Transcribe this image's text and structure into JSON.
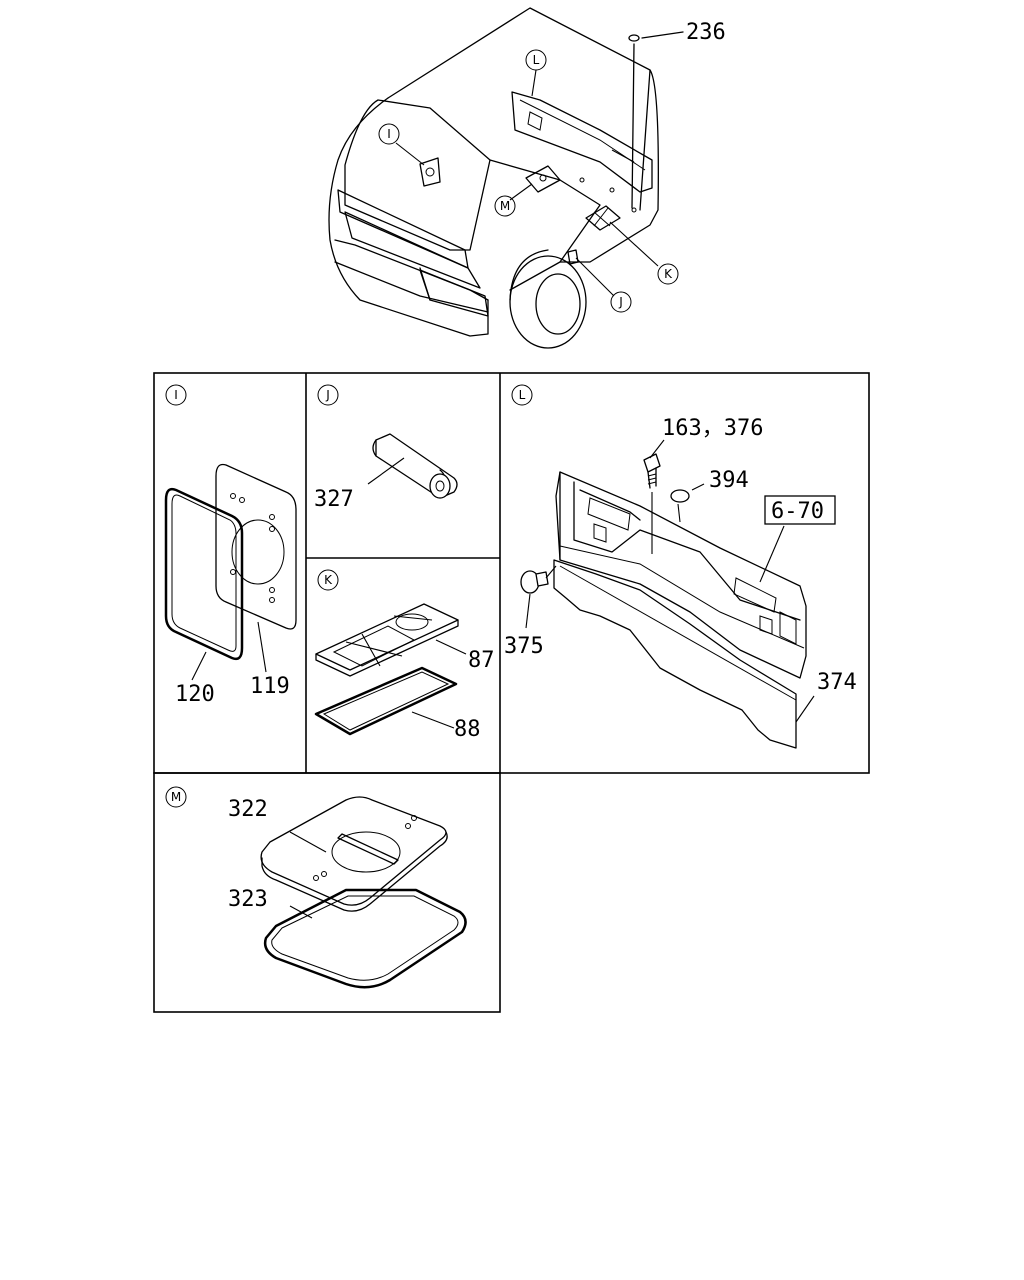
{
  "callouts": {
    "I": "I",
    "J": "J",
    "K": "K",
    "L": "L",
    "M": "M"
  },
  "parts": {
    "p236": "236",
    "p120": "120",
    "p119": "119",
    "p327": "327",
    "p87": "87",
    "p88": "88",
    "p163_376": "163，376",
    "p394": "394",
    "ref": "6-70",
    "p375": "375",
    "p374": "374",
    "p322": "322",
    "p323": "323"
  }
}
